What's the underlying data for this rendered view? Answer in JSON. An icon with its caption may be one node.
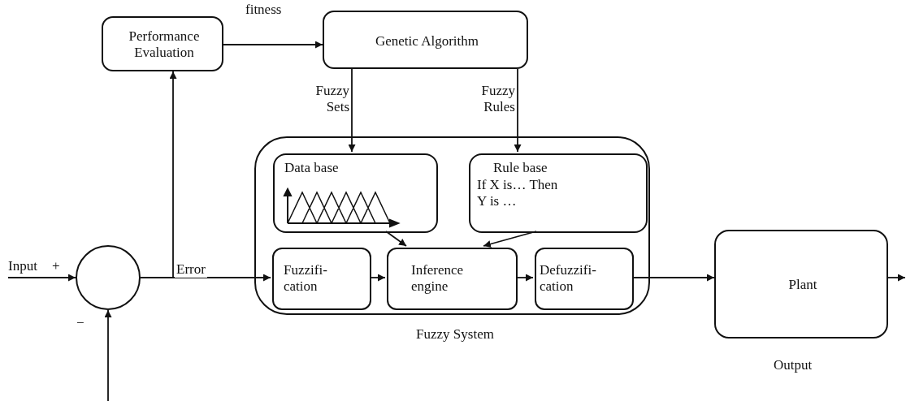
{
  "diagram": {
    "nodes": [
      {
        "text": [
          "Performance Evaluation"
        ]
      },
      {
        "text": [
          "Genetic Algorithm"
        ]
      },
      {
        "text": [
          "Fuzzy System"
        ]
      },
      {
        "text": [
          "Data base"
        ],
        "in": 2
      },
      {
        "text": [
          "Rule base",
          "If X is… Then Y is …"
        ],
        "in": 2
      },
      {
        "text": [
          "Fuzzifi- cation"
        ],
        "in": 2
      },
      {
        "text": [
          "Inference engine"
        ],
        "in": 2
      },
      {
        "text": [
          "Defuzzifi- cation"
        ],
        "in": 2
      },
      {
        "text": [
          "Plant"
        ]
      },
      {
        "text": [],
        "shape": "circle"
      }
    ],
    "edges": [
      {
        "from": null,
        "to": 9,
        "arrow": "to",
        "label": "Input"
      },
      {
        "from": null,
        "to": 9,
        "arrow": "to"
      },
      {
        "from": 9,
        "to": 5,
        "arrow": "to",
        "label": "Error"
      },
      {
        "from": 9,
        "to": 0,
        "arrow": "to"
      },
      {
        "from": 0,
        "to": 1,
        "arrow": "to",
        "label": "fitness"
      },
      {
        "from": 1,
        "to": 3,
        "arrow": "to",
        "label": "Fuzzy Sets"
      },
      {
        "from": 1,
        "to": 4,
        "arrow": "to",
        "label": "Fuzzy Rules"
      },
      {
        "from": 3,
        "to": 6,
        "arrow": "to"
      },
      {
        "from": 4,
        "to": 6,
        "arrow": "to"
      },
      {
        "from": 5,
        "to": 6,
        "arrow": "to"
      },
      {
        "from": 6,
        "to": 7,
        "arrow": "to"
      },
      {
        "from": 7,
        "to": 8,
        "arrow": "to"
      },
      {
        "from": 8,
        "to": null,
        "arrow": "to"
      }
    ],
    "labels": [
      "+",
      "−",
      "Output"
    ]
  }
}
